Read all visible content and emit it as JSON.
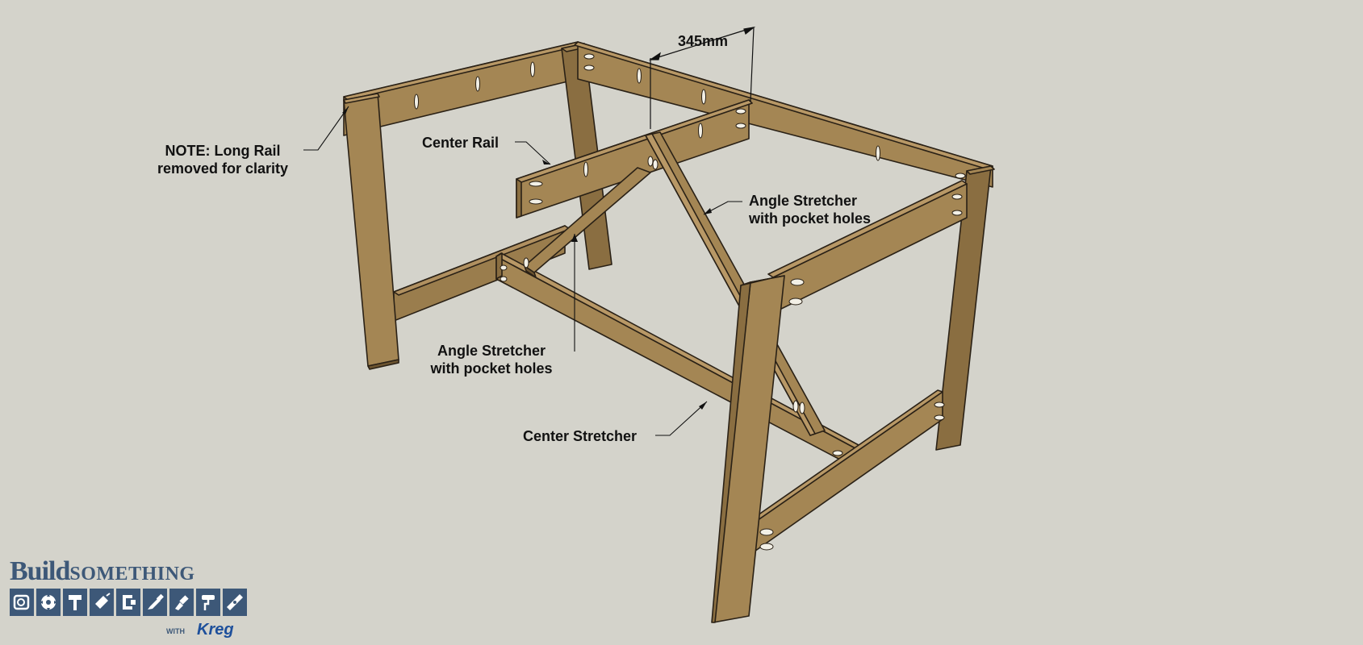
{
  "annotations": {
    "dimension": "345mm",
    "note_line1": "NOTE: Long Rail",
    "note_line2": "removed for clarity",
    "center_rail": "Center Rail",
    "angle_stretcher_right_line1": "Angle Stretcher",
    "angle_stretcher_right_line2": "with pocket holes",
    "angle_stretcher_left_line1": "Angle Stretcher",
    "angle_stretcher_left_line2": "with pocket holes",
    "center_stretcher": "Center Stretcher"
  },
  "logo": {
    "build": "Build",
    "something": "SOMETHING",
    "with": "WITH",
    "kreg": "Kreg"
  },
  "colors": {
    "background": "#d4d3cb",
    "wood_light": "#a48654",
    "wood_mid": "#8a6e41",
    "wood_dark": "#6c5430",
    "outline": "#2a2116",
    "logo_blue": "#3d5878",
    "kreg_blue": "#1d4f9b"
  }
}
